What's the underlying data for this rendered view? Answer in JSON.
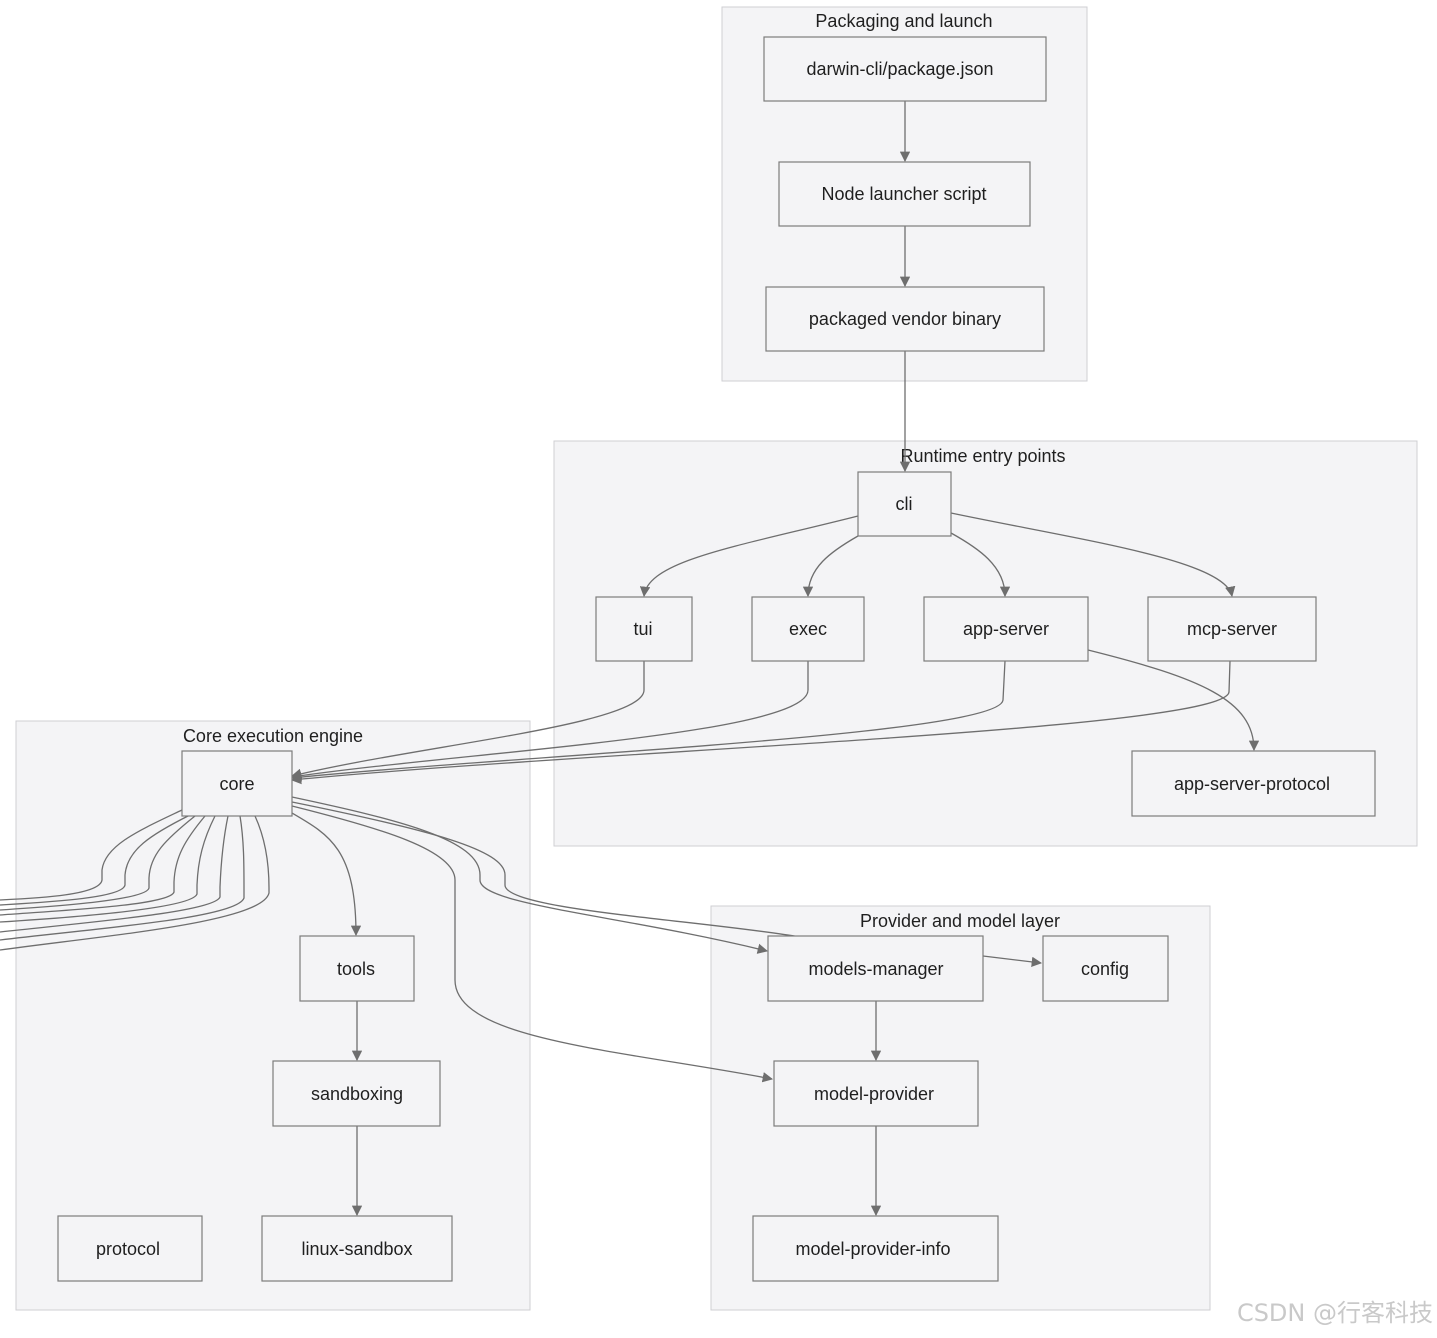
{
  "diagram": {
    "clusters": [
      {
        "id": "packaging",
        "title": "Packaging and launch"
      },
      {
        "id": "runtime",
        "title": "Runtime entry points"
      },
      {
        "id": "core_engine",
        "title": "Core execution engine"
      },
      {
        "id": "provider_layer",
        "title": "Provider and model layer"
      }
    ],
    "nodes": [
      {
        "id": "pkgjson",
        "label": "darwin-cli/package.json"
      },
      {
        "id": "launcher",
        "label": "Node launcher script"
      },
      {
        "id": "vendor",
        "label": "packaged vendor binary"
      },
      {
        "id": "cli",
        "label": "cli"
      },
      {
        "id": "tui",
        "label": "tui"
      },
      {
        "id": "exec",
        "label": "exec"
      },
      {
        "id": "appserver",
        "label": "app-server"
      },
      {
        "id": "mcpserver",
        "label": "mcp-server"
      },
      {
        "id": "asproto",
        "label": "app-server-protocol"
      },
      {
        "id": "core",
        "label": "core"
      },
      {
        "id": "tools",
        "label": "tools"
      },
      {
        "id": "sandboxing",
        "label": "sandboxing"
      },
      {
        "id": "protocol",
        "label": "protocol"
      },
      {
        "id": "linuxsandbox",
        "label": "linux-sandbox"
      },
      {
        "id": "modelsmgr",
        "label": "models-manager"
      },
      {
        "id": "config",
        "label": "config"
      },
      {
        "id": "modelprovider",
        "label": "model-provider"
      },
      {
        "id": "modelproviderinfo",
        "label": "model-provider-info"
      }
    ],
    "edges": [
      {
        "from": "pkgjson",
        "to": "launcher"
      },
      {
        "from": "launcher",
        "to": "vendor"
      },
      {
        "from": "vendor",
        "to": "cli"
      },
      {
        "from": "cli",
        "to": "tui"
      },
      {
        "from": "cli",
        "to": "exec"
      },
      {
        "from": "cli",
        "to": "appserver"
      },
      {
        "from": "cli",
        "to": "mcpserver"
      },
      {
        "from": "tui",
        "to": "core"
      },
      {
        "from": "exec",
        "to": "core"
      },
      {
        "from": "appserver",
        "to": "core"
      },
      {
        "from": "mcpserver",
        "to": "core"
      },
      {
        "from": "appserver",
        "to": "asproto"
      },
      {
        "from": "core",
        "to": "tools"
      },
      {
        "from": "tools",
        "to": "sandboxing"
      },
      {
        "from": "sandboxing",
        "to": "linuxsandbox"
      },
      {
        "from": "core",
        "to": "modelsmgr"
      },
      {
        "from": "core",
        "to": "modelprovider"
      },
      {
        "from": "modelsmgr",
        "to": "config"
      },
      {
        "from": "modelsmgr",
        "to": "modelprovider"
      },
      {
        "from": "modelprovider",
        "to": "modelproviderinfo"
      }
    ],
    "offscreen_edge_count": 8
  },
  "watermark": "CSDN @行客科技"
}
